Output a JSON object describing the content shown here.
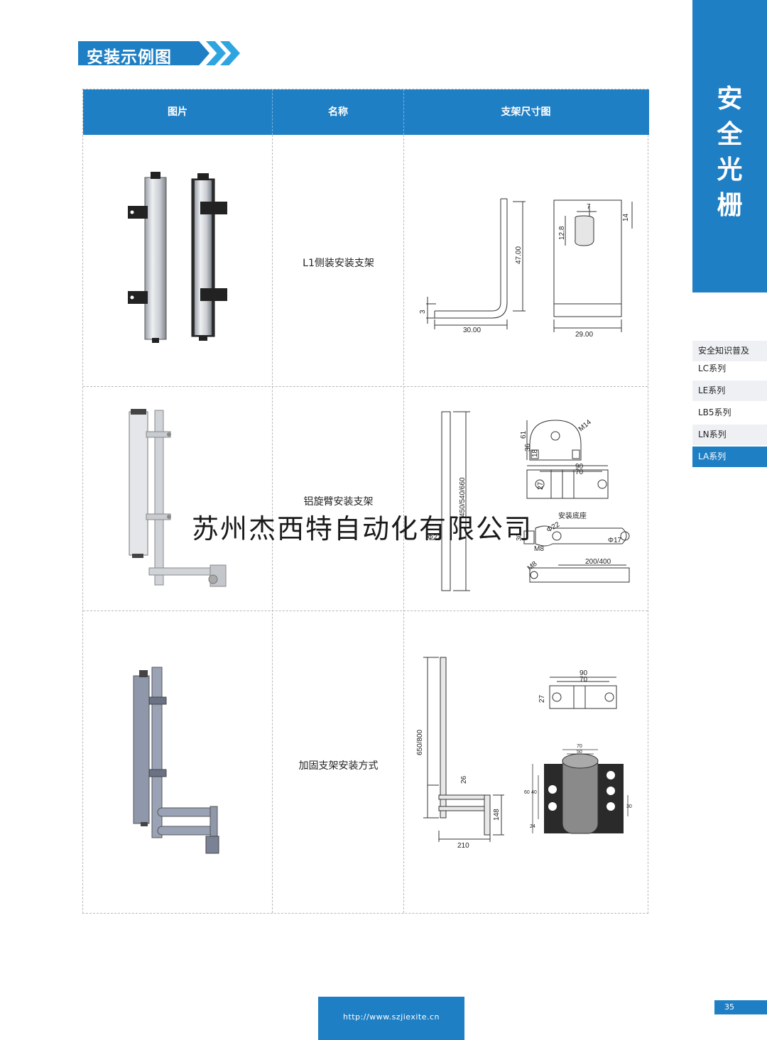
{
  "section_title": "安装示例图",
  "table": {
    "headers": [
      "图片",
      "名称",
      "支架尺寸图"
    ],
    "rows": [
      {
        "name": "L1侧装安装支架"
      },
      {
        "name": "铝旋臂安装支架"
      },
      {
        "name": "加固支架安装方式"
      }
    ]
  },
  "drawings": {
    "row1": {
      "d_7": "7",
      "d_14": "14",
      "d_12_8": "12.8",
      "d_47": "47.00",
      "d_3": "3",
      "d_30": "30.00",
      "d_29": "29.00"
    },
    "row2": {
      "d_height": "450/540/660",
      "d_22": "Φ22",
      "d_61": "61",
      "d_36": "36",
      "d_18": "18",
      "d_m14": "M14",
      "d_90": "90",
      "d_70": "70",
      "d_27": "27",
      "base_label": "安装底座",
      "d_30": "30",
      "d_m8": "M8",
      "d_17": "Φ17",
      "d_22b": "Φ22",
      "d_200_400": "200/400",
      "d_m8b": "M8"
    },
    "row3": {
      "d_height": "650/800",
      "d_26": "26",
      "d_148": "148",
      "d_210": "210",
      "d_90": "90",
      "d_70": "70",
      "d_27": "27",
      "d_70b": "70",
      "d_50": "50",
      "d_60": "60",
      "d_40": "40",
      "d_30": "30",
      "d_24": "24"
    }
  },
  "watermark": "苏州杰西特自动化有限公司",
  "sidebar": {
    "vertical_chars": [
      "安",
      "全",
      "光",
      "栅"
    ],
    "nav_items": [
      "安全知识普及",
      "LC系列",
      "LE系列",
      "LB5系列",
      "LN系列",
      "LA系列"
    ],
    "active_item": "LA系列"
  },
  "footer": {
    "url": "http://www.szjiexite.cn"
  },
  "page_number": "35",
  "colors": {
    "brand_blue": "#1f7fc4",
    "chevron_blue": "#2ea5e0"
  }
}
